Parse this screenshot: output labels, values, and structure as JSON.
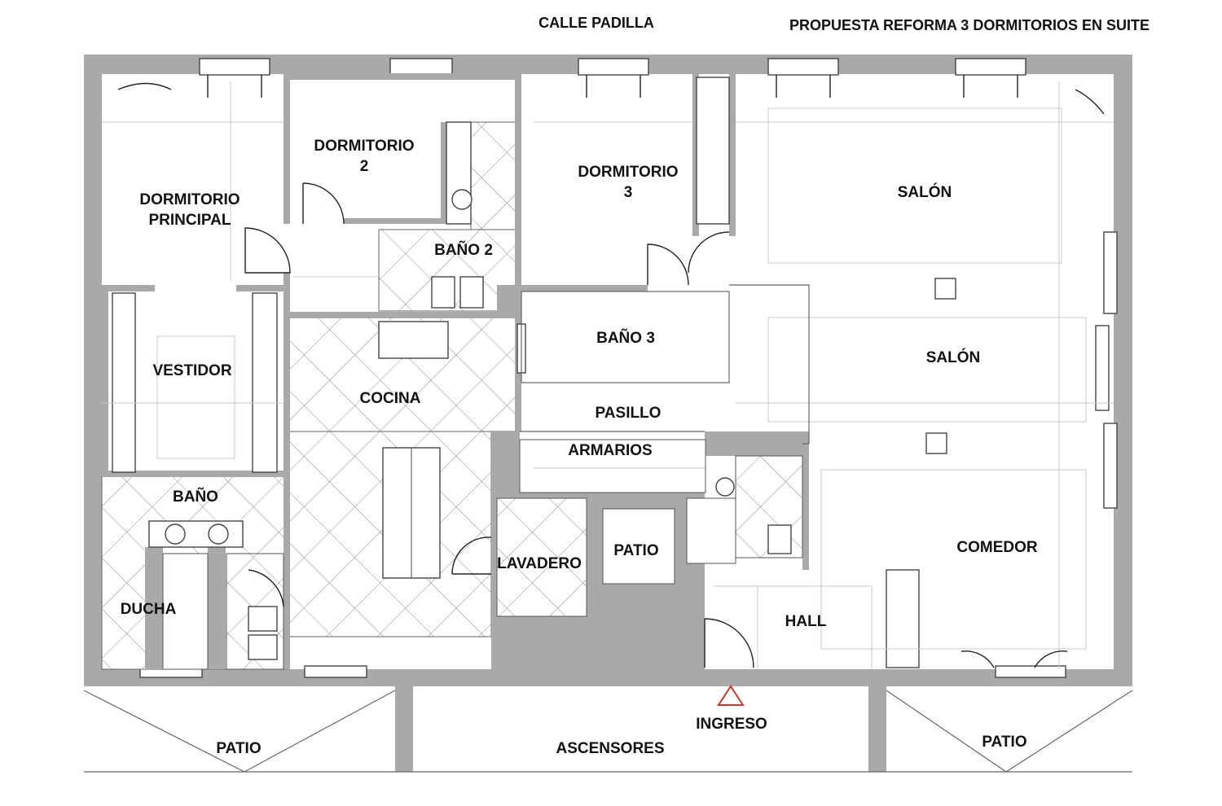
{
  "header": {
    "street": "CALLE PADILLA",
    "title": "PROPUESTA REFORMA 3 DORMITORIOS EN SUITE"
  },
  "rooms": {
    "dormitorio_principal": [
      "DORMITORIO",
      "PRINCIPAL"
    ],
    "dormitorio_2": [
      "DORMITORIO",
      "2"
    ],
    "dormitorio_3": [
      "DORMITORIO",
      "3"
    ],
    "salon_top": "SALÓN",
    "salon_mid": "SALÓN",
    "bano_2": "BAÑO 2",
    "bano_3": "BAÑO 3",
    "vestidor": "VESTIDOR",
    "cocina": "COCINA",
    "pasillo": "PASILLO",
    "armarios": "ARMARIOS",
    "bano": "BAÑO",
    "lavadero": "LAVADERO",
    "patio_inner": "PATIO",
    "comedor": "COMEDOR",
    "ducha": "DUCHA",
    "hall": "HALL",
    "ingreso": "INGRESO",
    "patio_left": "PATIO",
    "ascensores": "ASCENSORES",
    "patio_right": "PATIO"
  },
  "colors": {
    "wall": "#a9a9a9",
    "entrance_marker": "#d0342c"
  }
}
